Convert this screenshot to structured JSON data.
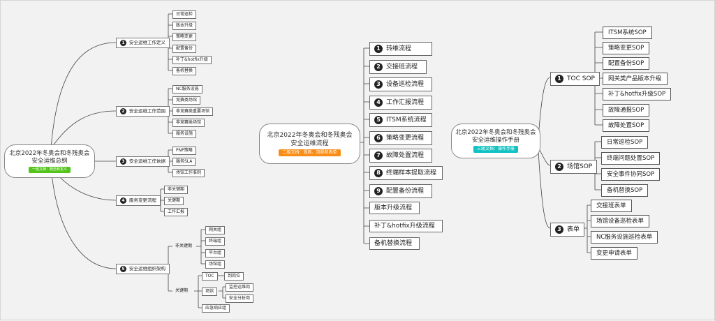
{
  "left": {
    "title_line1": "北京2022年冬奥会和冬残奥会",
    "title_line2": "安全运维总纲",
    "badge": "一级文档：概念和定义",
    "badge_color": "#52c41a",
    "branches": [
      {
        "num": "1",
        "label": "安全运维工作定义",
        "children": [
          "日常巡检",
          "版本升级",
          "策略变更",
          "配置备份",
          "补丁&hotfix升级",
          "备机替换"
        ]
      },
      {
        "num": "2",
        "label": "安全运维工作范围",
        "children": [
          "NC服务设施",
          "竞赛类场馆",
          "非竞赛类重要场馆",
          "非竞赛类场馆",
          "服务设施"
        ]
      },
      {
        "num": "3",
        "label": "安全运维工作依据",
        "children": [
          "PNP策略",
          "服务SLA",
          "场馆工作准则"
        ]
      },
      {
        "num": "4",
        "label": "服务变更流程",
        "children": [
          "非关键期",
          "关键期",
          "工作汇报"
        ]
      },
      {
        "num": "5",
        "label": "安全运维组织架构",
        "sub": [
          {
            "label": "非关键期",
            "children": [
              "网关组",
              "终端组",
              "平台组",
              "场馆组"
            ]
          },
          {
            "label": "关键期",
            "children": [
              "TOC",
              "场馆",
              "应急响应组"
            ],
            "grandchildren": {
              "TOC": [
                "到岗位"
              ],
              "场馆": [
                "监控运维岗",
                "安全分析岗"
              ]
            }
          }
        ]
      }
    ]
  },
  "center": {
    "title_line1": "北京2022年冬奥会和冬残奥会",
    "title_line2": "安全运维流程",
    "badge": "二级文档：规则、流程和表单",
    "badge_color": "#fa8c16",
    "items": [
      {
        "num": "1",
        "label": "转维流程"
      },
      {
        "num": "2",
        "label": "交接班流程"
      },
      {
        "num": "3",
        "label": "设备巡检流程"
      },
      {
        "num": "4",
        "label": "工作汇报流程"
      },
      {
        "num": "5",
        "label": "ITSM系统流程"
      },
      {
        "num": "6",
        "label": "策略变更流程"
      },
      {
        "num": "7",
        "label": "故障处置流程"
      },
      {
        "num": "8",
        "label": "终端样本提取流程"
      },
      {
        "num": "9",
        "label": "配置备份流程"
      },
      {
        "num": "",
        "label": "版本升级流程"
      },
      {
        "num": "",
        "label": "补丁&hotfix升级流程"
      },
      {
        "num": "",
        "label": "备机替换流程"
      }
    ]
  },
  "right": {
    "title_line1": "北京2022年冬奥会和冬残奥会",
    "title_line2": "安全运维操作手册",
    "badge": "三级文档：操作手册",
    "badge_color": "#13c2c2",
    "branches": [
      {
        "num": "1",
        "label": "TOC SOP",
        "children": [
          "ITSM系统SOP",
          "策略变更SOP",
          "配置备份SOP",
          "网关类产品版本升级",
          "补丁&hotfix升级SOP",
          "故障通报SOP",
          "故障处置SOP"
        ]
      },
      {
        "num": "2",
        "label": "场馆SOP",
        "children": [
          "日常巡检SOP",
          "终端问题处置SOP",
          "安全事件协同SOP",
          "备机替换SOP"
        ]
      },
      {
        "num": "3",
        "label": "表单",
        "children": [
          "交接班表单",
          "场馆设备巡检表单",
          "NC服务设施巡检表单",
          "变更申请表单"
        ]
      }
    ]
  }
}
